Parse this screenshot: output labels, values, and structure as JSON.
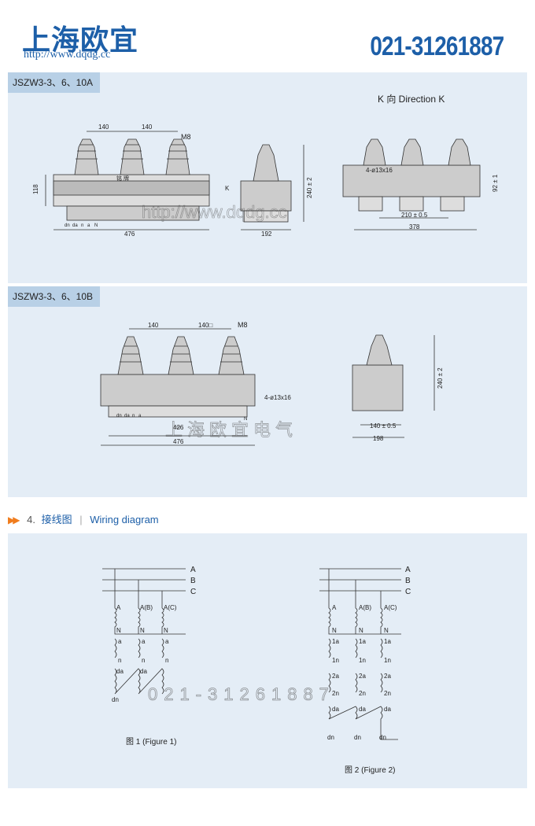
{
  "header": {
    "brand": "上海欧宜",
    "url": "http://www.dqdg.cc",
    "phone": "021-31261887"
  },
  "panel_a": {
    "title": "JSZW3-3、6、10A",
    "direction_label": "K 向 Direction K",
    "dims": {
      "spacing1": "140",
      "spacing2": "140",
      "bolt": "M8",
      "height": "118",
      "width": "476",
      "k": "K",
      "nameplate": "铭 牌",
      "side_height": "240 ± 2",
      "side_width": "192",
      "hole": "4-ø13x16",
      "mount": "210 ± 0.5",
      "total": "378",
      "h2": "92 ± 1"
    },
    "terminals": [
      "dn",
      "da",
      "n",
      "a",
      "N"
    ],
    "watermark": "http://www.dqdg.cc"
  },
  "panel_b": {
    "title": "JSZW3-3、6、10B",
    "dims": {
      "spacing1": "140",
      "spacing2": "140□",
      "bolt": "M8",
      "hole": "4-ø13x16",
      "inner": "426",
      "width": "476",
      "side_height": "240 ± 2",
      "mount": "140 ± 0.5",
      "total": "198"
    },
    "terminals": [
      "dn",
      "da",
      "n",
      "a",
      "N"
    ],
    "watermark": "上海欧宜电气"
  },
  "section": {
    "number": "4.",
    "title_cn": "接线图",
    "title_en": "Wiring diagram"
  },
  "wiring": {
    "phases": [
      "A",
      "B",
      "C"
    ],
    "figure1": {
      "caption": "图 1 (Figure 1)",
      "primary": [
        "A",
        "A(B)",
        "A(C)"
      ],
      "neutral": "N",
      "sec": [
        "a",
        "n"
      ],
      "res": [
        "da",
        "dn"
      ]
    },
    "figure2": {
      "caption": "图 2 (Figure 2)",
      "primary": [
        "A",
        "A(B)",
        "A(C)"
      ],
      "neutral": "N",
      "sec1": [
        "1a",
        "1n"
      ],
      "sec2": [
        "2a",
        "2n"
      ],
      "res": [
        "da",
        "dn"
      ]
    },
    "watermark": "021-31261887"
  }
}
